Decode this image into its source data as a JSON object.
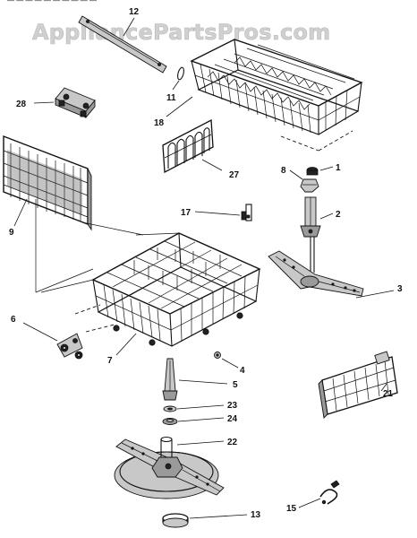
{
  "watermark": "AppliancePartsPros.com",
  "top_clipped_text": "— — — — — — — — — —",
  "callouts": {
    "n12": "12",
    "n11": "11",
    "n28": "28",
    "n18": "18",
    "n27": "27",
    "n8": "8",
    "n1": "1",
    "n9": "9",
    "n2": "2",
    "n17": "17",
    "n3": "3",
    "n6": "6",
    "n7": "7",
    "n4": "4",
    "n5": "5",
    "n23": "23",
    "n24": "24",
    "n22": "22",
    "n21": "21",
    "n15": "15",
    "n13": "13"
  }
}
